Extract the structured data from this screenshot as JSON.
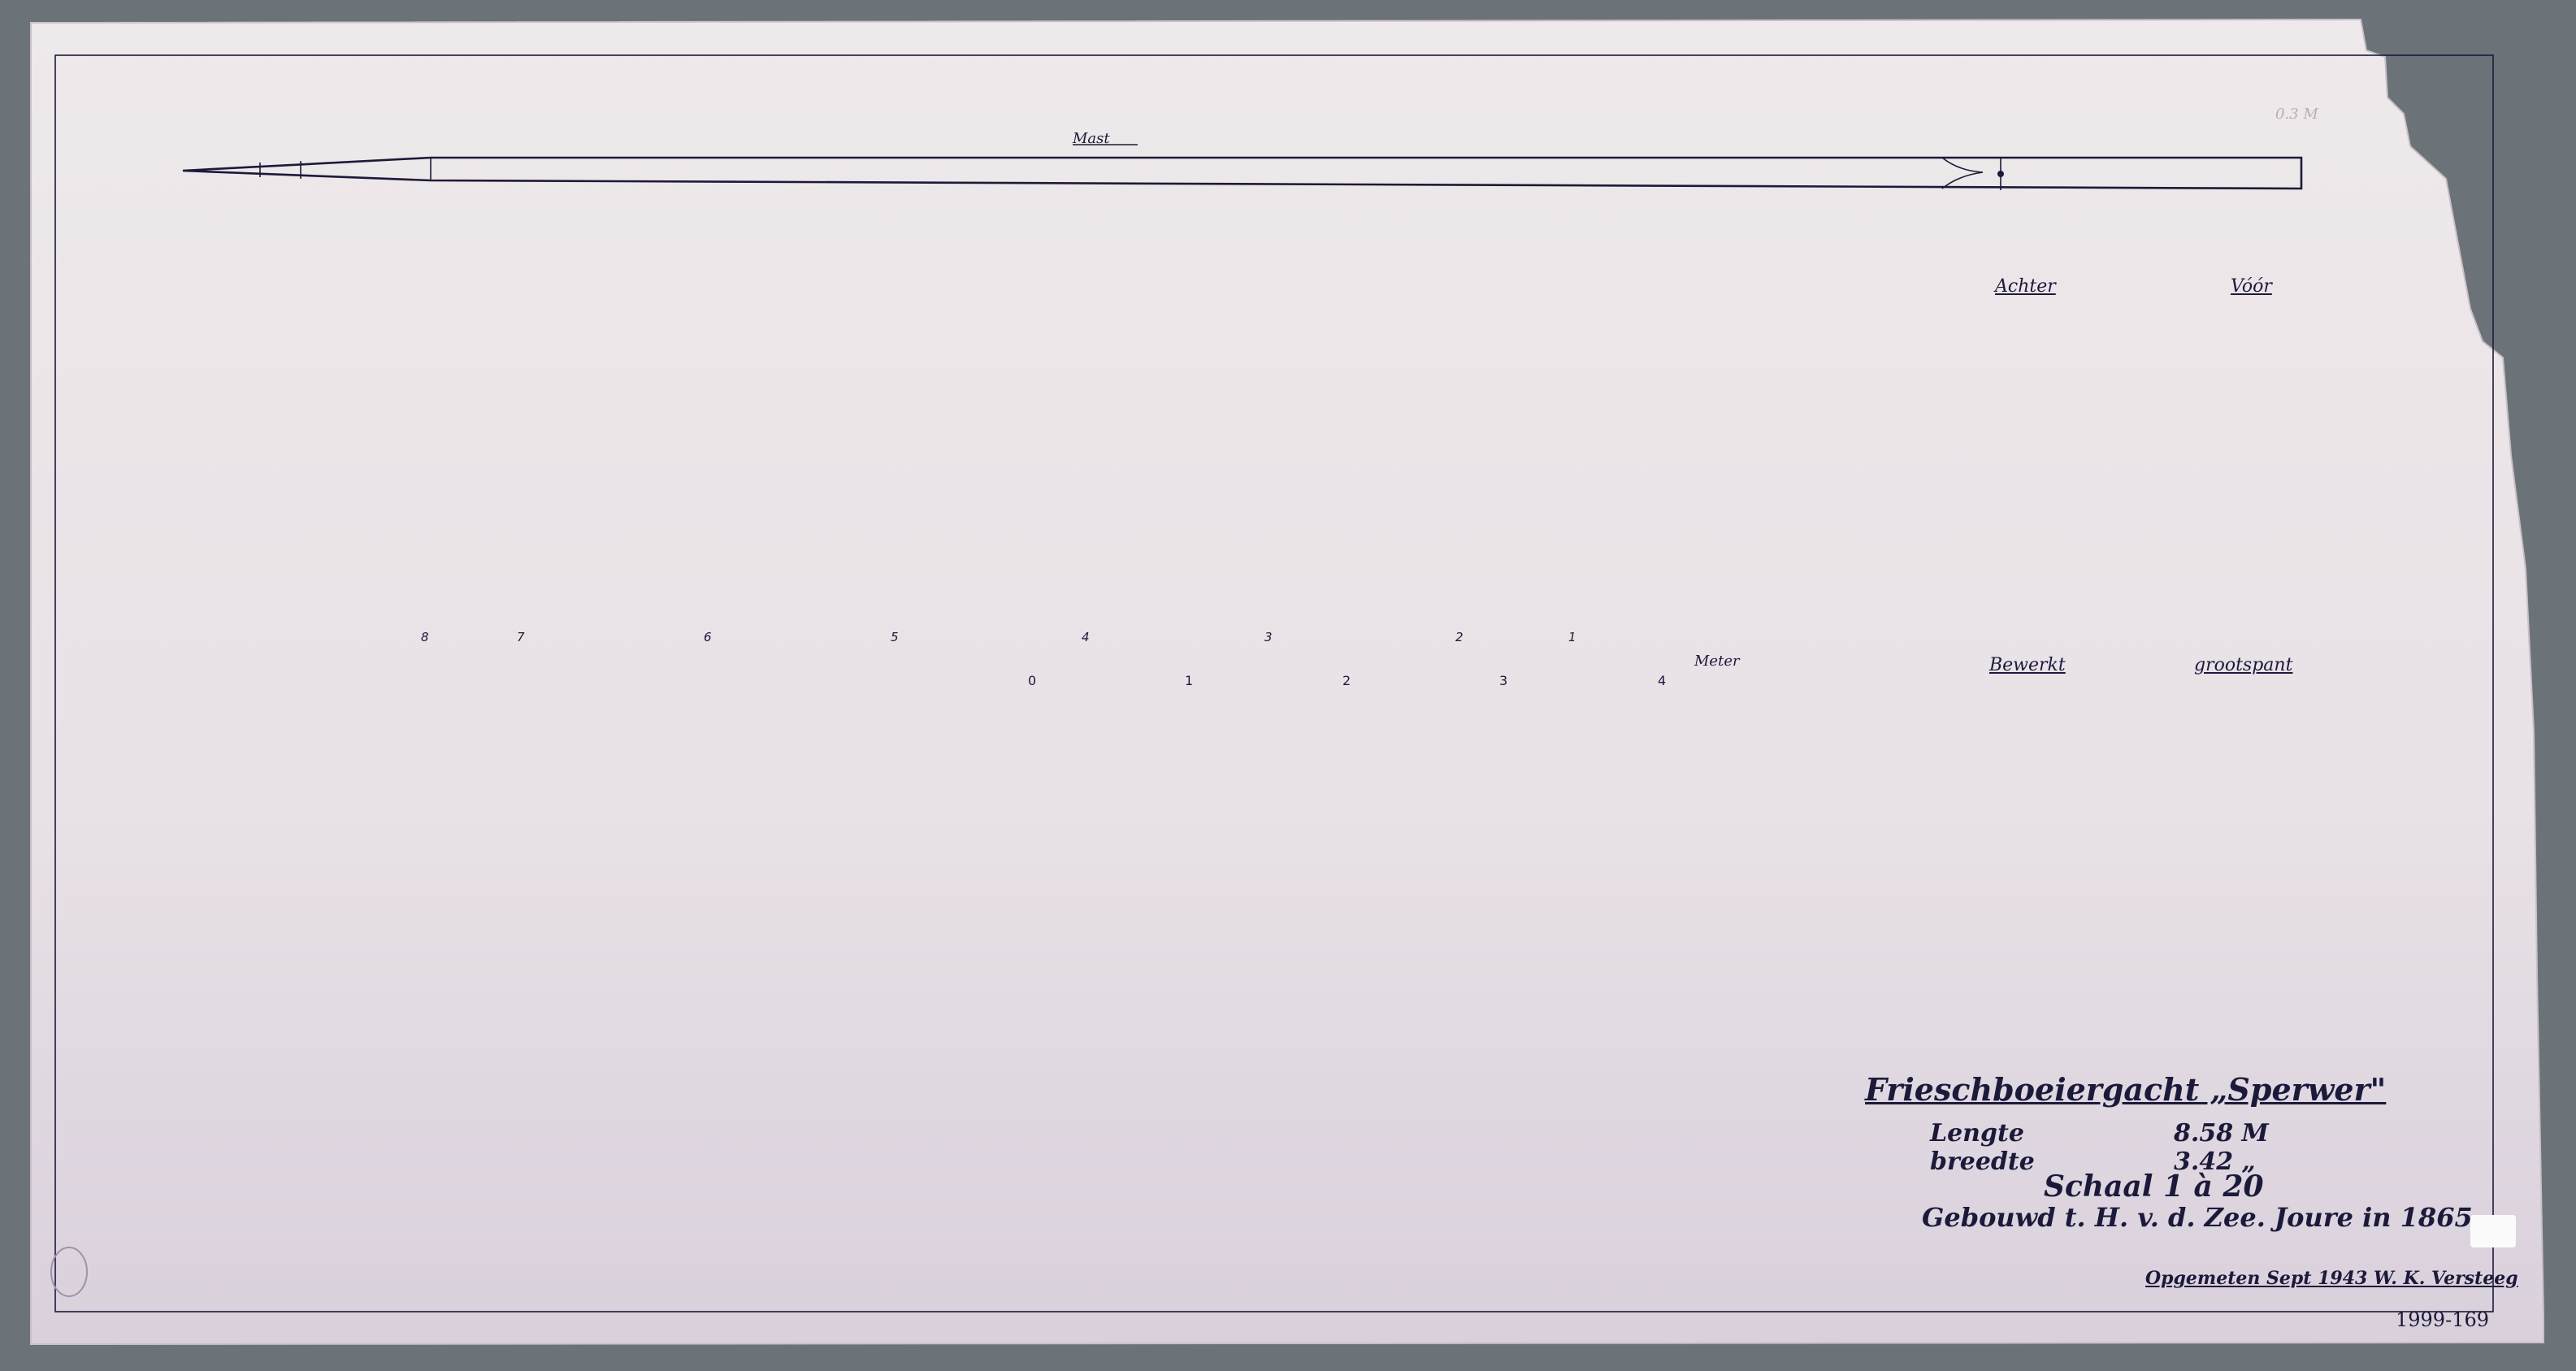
{
  "drawing": {
    "mast_label": "Mast",
    "view_stern_label": "Achter",
    "view_bow_label": "Vóór",
    "section_label_left": "Bewerkt",
    "section_label_right": "grootspant",
    "scale_unit": "Meter",
    "scale_ticks": [
      "0",
      "1",
      "2",
      "3",
      "4"
    ],
    "frame_numbers": [
      "8",
      "7",
      "6",
      "5",
      "4",
      "3",
      "2",
      "1"
    ]
  },
  "title_block": {
    "title": "Frieschboeiergacht „Sperwer\"",
    "length_label": "Lengte",
    "length_value": "8.58 M",
    "beam_label": "breedte",
    "beam_value": "3.42 „",
    "scale": "Schaal 1 à 20",
    "built": "Gebouwd t. H. v. d. Zee. Joure in 1865.",
    "surveyed": "Opgemeten Sept 1943  W. K. Versteeg"
  },
  "archive": {
    "inventory_number": "1999-169",
    "corner_pencil": "0.3 M"
  },
  "colors": {
    "paper": "#ece6e8",
    "ink": "#1c1a3a",
    "background": "#6b7379"
  }
}
